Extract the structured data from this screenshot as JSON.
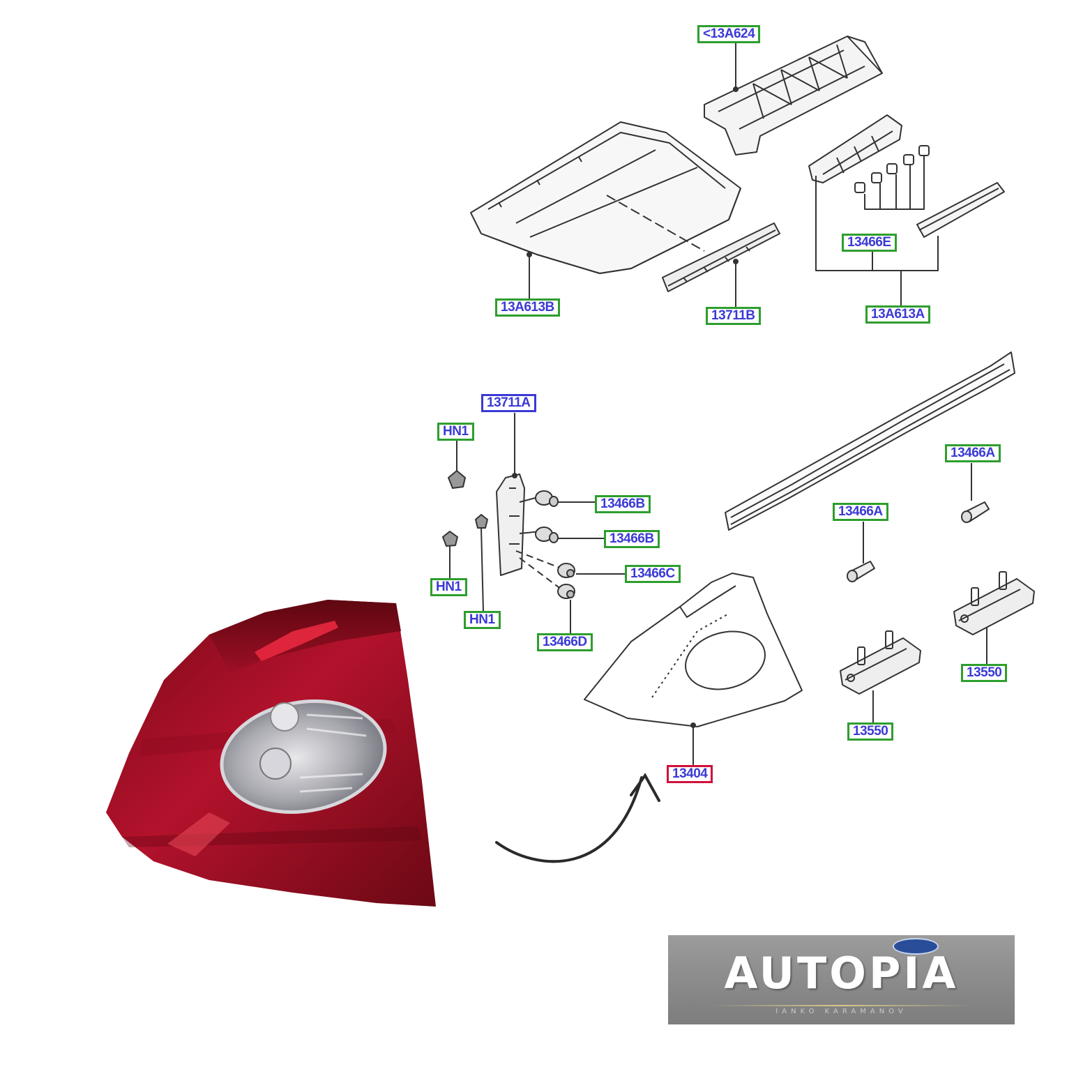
{
  "labels": {
    "l13A624": "<13A624",
    "l13A613B": "13A613B",
    "l13711B": "13711B",
    "l13466E": "13466E",
    "l13A613A": "13A613A",
    "l13711A": "13711A",
    "lHN1a": "HN1",
    "lHN1b": "HN1",
    "lHN1c": "HN1",
    "l13466B1": "13466B",
    "l13466B2": "13466B",
    "l13466C": "13466C",
    "l13466D": "13466D",
    "l13466A1": "13466A",
    "l13466A2": "13466A",
    "l13550a": "13550",
    "l13550b": "13550",
    "l13404": "13404"
  },
  "logo": {
    "title": "AUTOPIA",
    "subtitle": "IANKO KARAMANOV"
  },
  "colors": {
    "label_border_green": "#2e9e2e",
    "label_border_blue": "#3a3ad6",
    "label_border_red": "#d0103a",
    "label_text": "#3a3ad6",
    "taillight_red": "#a8102a"
  },
  "icons": {
    "arrow": "curved-arrow-icon",
    "brand": "ford-oval-icon"
  }
}
